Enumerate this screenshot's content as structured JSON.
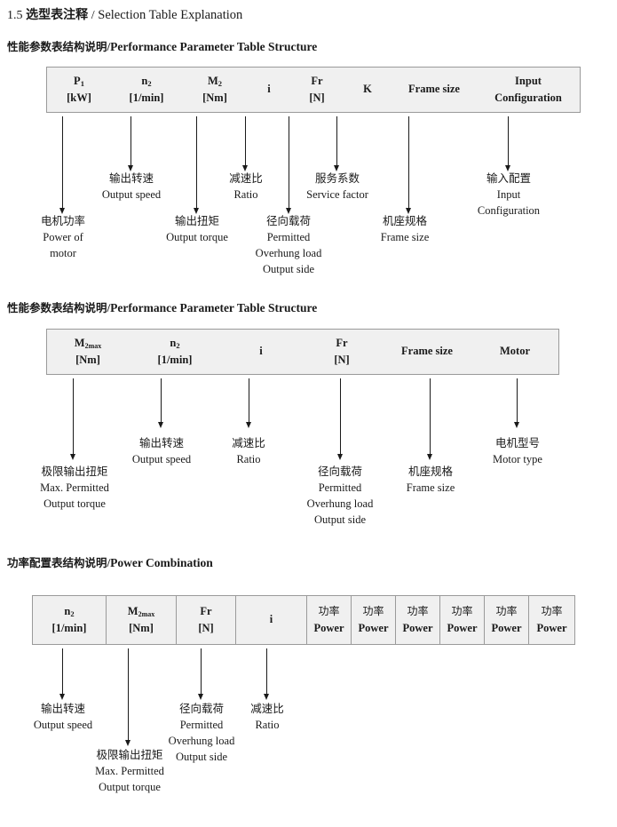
{
  "page": {
    "title_number": "1.5",
    "title_cn": "选型表注释",
    "title_sep": "/",
    "title_en": "Selection Table Explanation"
  },
  "sections": [
    {
      "heading_cn": "性能参数表结构说明",
      "heading_sep": "/",
      "heading_en": "Performance Parameter Table Structure",
      "table": {
        "columns": [
          {
            "line1": "P",
            "sub1": "1",
            "line2": "[kW]"
          },
          {
            "line1": "n",
            "sub1": "2",
            "line2": "[1/min]"
          },
          {
            "line1": "M",
            "sub1": "2",
            "line2": "[Nm]"
          },
          {
            "line1": "i",
            "sub1": "",
            "line2": ""
          },
          {
            "line1": "Fr",
            "sub1": "",
            "line2": "[N]"
          },
          {
            "line1": "K",
            "sub1": "",
            "line2": ""
          },
          {
            "line1": "Frame size",
            "sub1": "",
            "line2": ""
          },
          {
            "line1": "Input",
            "sub1": "",
            "line2": "Configuration"
          }
        ]
      },
      "annotations": [
        {
          "cn": "电机功率",
          "en": [
            "Power of",
            "motor"
          ]
        },
        {
          "cn": "输出转速",
          "en": [
            "Output speed"
          ]
        },
        {
          "cn": "输出扭矩",
          "en": [
            "Output torque"
          ]
        },
        {
          "cn": "减速比",
          "en": [
            "Ratio"
          ]
        },
        {
          "cn": "径向载荷",
          "en": [
            "Permitted",
            "Overhung load",
            "Output side"
          ]
        },
        {
          "cn": "服务系数",
          "en": [
            "Service factor"
          ]
        },
        {
          "cn": "机座规格",
          "en": [
            "Frame size"
          ]
        },
        {
          "cn": "输入配置",
          "en": [
            "Input",
            "Configuration"
          ]
        }
      ]
    },
    {
      "heading_cn": "性能参数表结构说明",
      "heading_sep": "/",
      "heading_en": "Performance Parameter Table Structure",
      "table": {
        "columns": [
          {
            "line1": "M",
            "sub1": "2max",
            "line2": "[Nm]"
          },
          {
            "line1": "n",
            "sub1": "2",
            "line2": "[1/min]"
          },
          {
            "line1": "i",
            "sub1": "",
            "line2": ""
          },
          {
            "line1": "Fr",
            "sub1": "",
            "line2": "[N]"
          },
          {
            "line1": "Frame size",
            "sub1": "",
            "line2": ""
          },
          {
            "line1": "Motor",
            "sub1": "",
            "line2": ""
          }
        ]
      },
      "annotations": [
        {
          "cn": "极限输出扭矩",
          "en": [
            "Max. Permitted",
            "Output  torque"
          ]
        },
        {
          "cn": "输出转速",
          "en": [
            "Output speed"
          ]
        },
        {
          "cn": "减速比",
          "en": [
            "Ratio"
          ]
        },
        {
          "cn": "径向载荷",
          "en": [
            "Permitted",
            "Overhung load",
            "Output side"
          ]
        },
        {
          "cn": "机座规格",
          "en": [
            "Frame size"
          ]
        },
        {
          "cn": "电机型号",
          "en": [
            "Motor type"
          ]
        }
      ]
    },
    {
      "heading_cn": "功率配置表结构说明",
      "heading_sep": "/",
      "heading_en": "Power Combination",
      "table": {
        "columns": [
          {
            "line1": "n",
            "sub1": "2",
            "line2": "[1/min]"
          },
          {
            "line1": "M",
            "sub1": "2max",
            "line2": "[Nm]"
          },
          {
            "line1": "Fr",
            "sub1": "",
            "line2": "[N]"
          },
          {
            "line1": "i",
            "sub1": "",
            "line2": ""
          },
          {
            "line1_cn": "功率",
            "line2": "Power"
          },
          {
            "line1_cn": "功率",
            "line2": "Power"
          },
          {
            "line1_cn": "功率",
            "line2": "Power"
          },
          {
            "line1_cn": "功率",
            "line2": "Power"
          },
          {
            "line1_cn": "功率",
            "line2": "Power"
          },
          {
            "line1_cn": "功率",
            "line2": "Power"
          }
        ]
      },
      "annotations": [
        {
          "cn": "输出转速",
          "en": [
            "Output speed"
          ]
        },
        {
          "cn": "极限输出扭矩",
          "en": [
            "Max. Permitted",
            "Output  torque"
          ]
        },
        {
          "cn": "径向载荷",
          "en": [
            "Permitted",
            "Overhung load",
            "Output side"
          ]
        },
        {
          "cn": "减速比",
          "en": [
            "Ratio"
          ]
        }
      ]
    }
  ]
}
